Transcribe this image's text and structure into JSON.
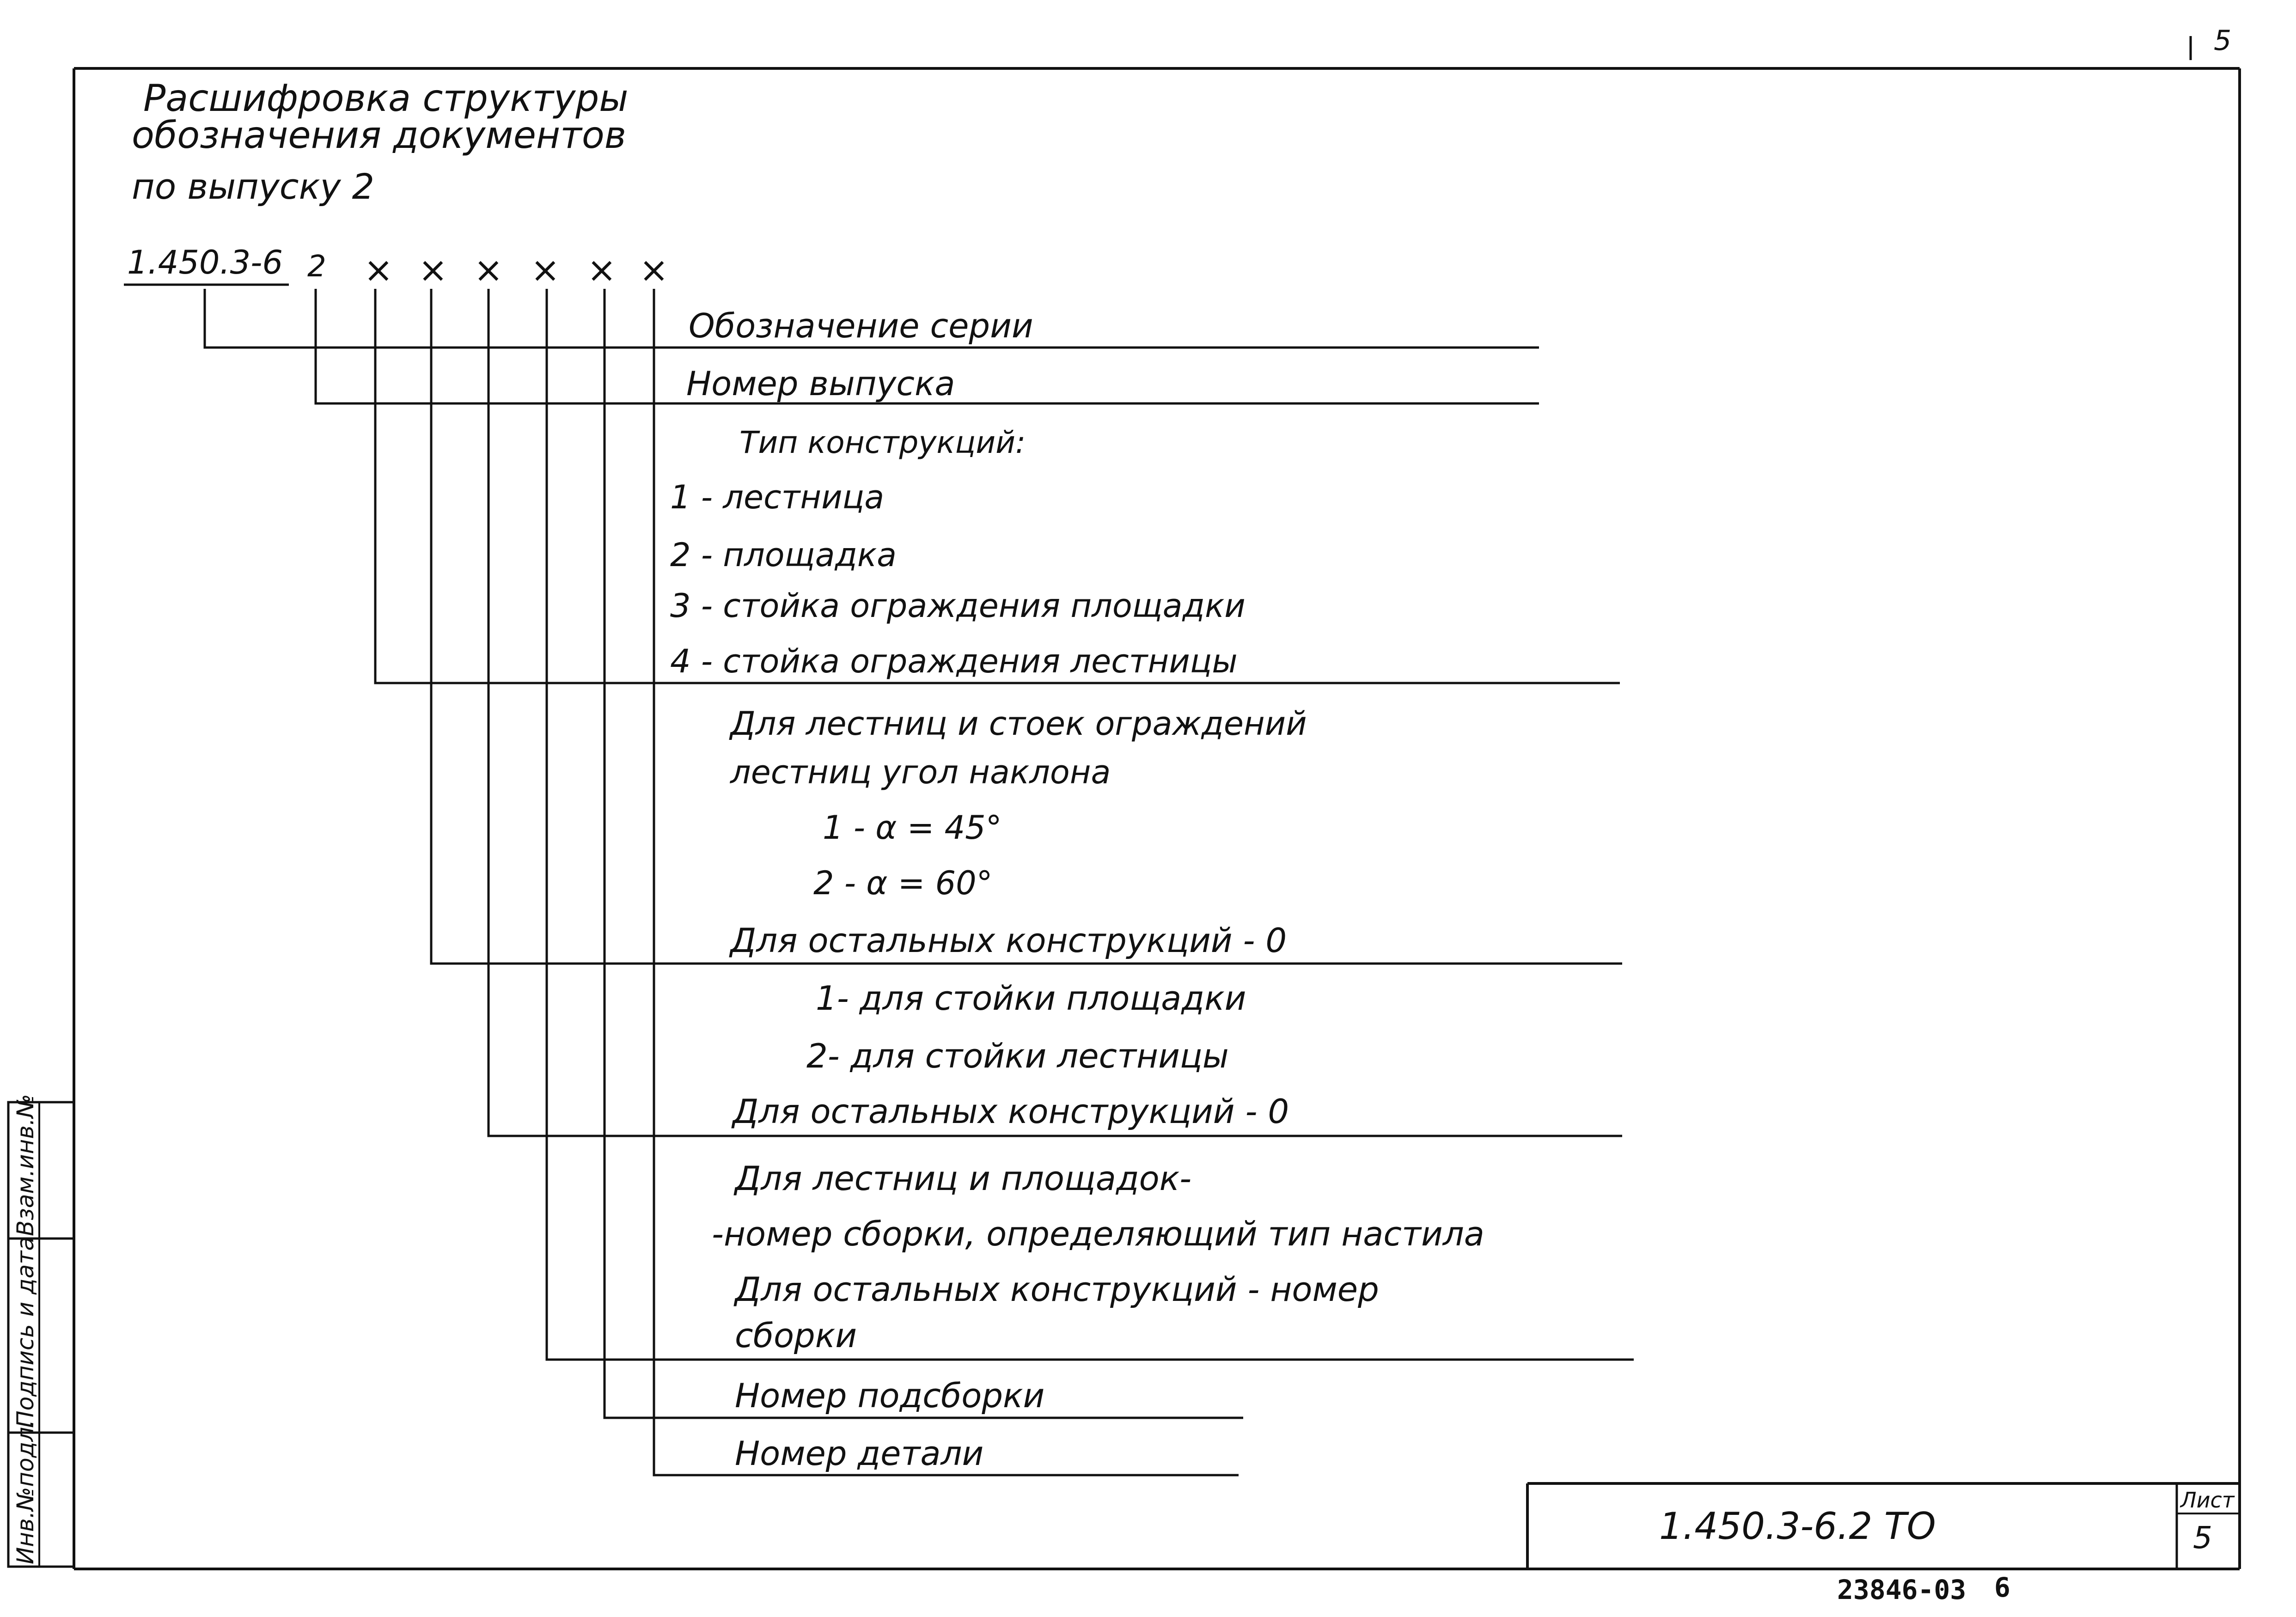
{
  "corner_sheet_mark": "5",
  "title": {
    "line1": "Расшифровка структуры",
    "line2": "обозначения документов",
    "line3": "по выпуску 2"
  },
  "code": {
    "series": "1.450.3-6",
    "issue": "2",
    "placeholders": [
      "×",
      "×",
      "×",
      "×",
      "×",
      "×"
    ]
  },
  "descriptions": {
    "series_designation": "Обозначение серии",
    "issue_number": "Номер выпуска",
    "construction_type": {
      "heading": "Тип конструкций:",
      "items": [
        "1 - лестница",
        "2 - площадка",
        "3 - стойка ограждения площадки",
        "4 - стойка ограждения лестницы"
      ]
    },
    "incline": {
      "line1": "Для лестниц и стоек ограждений",
      "line2": "лестниц угол наклона",
      "opt1": "1 - α = 45°",
      "opt2": "2 - α = 60°",
      "other": "Для остальных конструкций - 0"
    },
    "post": {
      "opt1": "1- для стойки площадки",
      "opt2": "2- для стойки лестницы",
      "other": "Для остальных конструкций - 0"
    },
    "assembly": {
      "line1": "Для лестниц и площадок-",
      "line2": "-номер сборки, определяющий тип настила",
      "line3": "Для остальных конструкций - номер",
      "line4": "сборки"
    },
    "subassembly": "Номер подсборки",
    "detail": "Номер детали"
  },
  "side_stamp": {
    "field1": "Инв.№подл.",
    "field2": "Подпись и дата",
    "field3": "Взам.инв.№"
  },
  "title_block": {
    "document_code": "1.450.3-6.2 ТО",
    "sheet_label": "Лист",
    "sheet_number": "5"
  },
  "footer_code": "23846-03",
  "footer_page": "6"
}
